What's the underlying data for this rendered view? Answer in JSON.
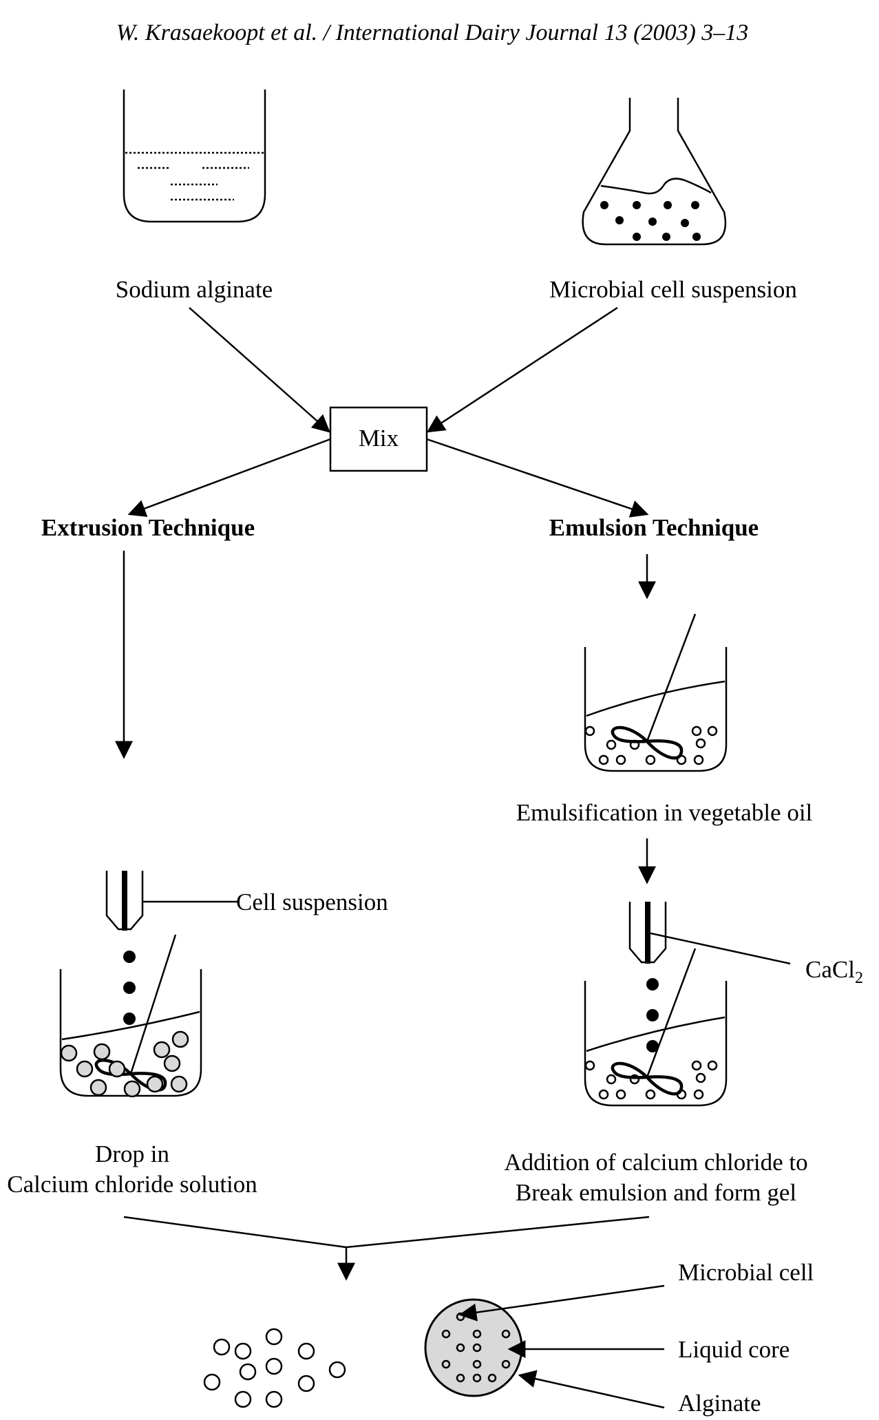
{
  "header": "W. Krasaekoopt et al. / International Dairy Journal 13 (2003) 3–13",
  "labels": {
    "sodium_alginate": "Sodium alginate",
    "microbial_suspension": "Microbial cell suspension",
    "mix": "Mix",
    "extrusion": "Extrusion Technique",
    "emulsion": "Emulsion Technique",
    "emulsification": "Emulsification in vegetable oil",
    "cell_suspension": "Cell suspension",
    "cacl2_main": "CaCl",
    "cacl2_sub": "2",
    "drop_line1": "Drop in",
    "drop_line2": "Calcium chloride solution",
    "addition_line1": "Addition of calcium chloride to",
    "addition_line2": "Break emulsion and form gel",
    "microbial_cell": "Microbial cell",
    "liquid_core": "Liquid core",
    "alginate": "Alginate"
  },
  "colors": {
    "bead_fill": "#d9d9d9",
    "line": "#000000"
  }
}
